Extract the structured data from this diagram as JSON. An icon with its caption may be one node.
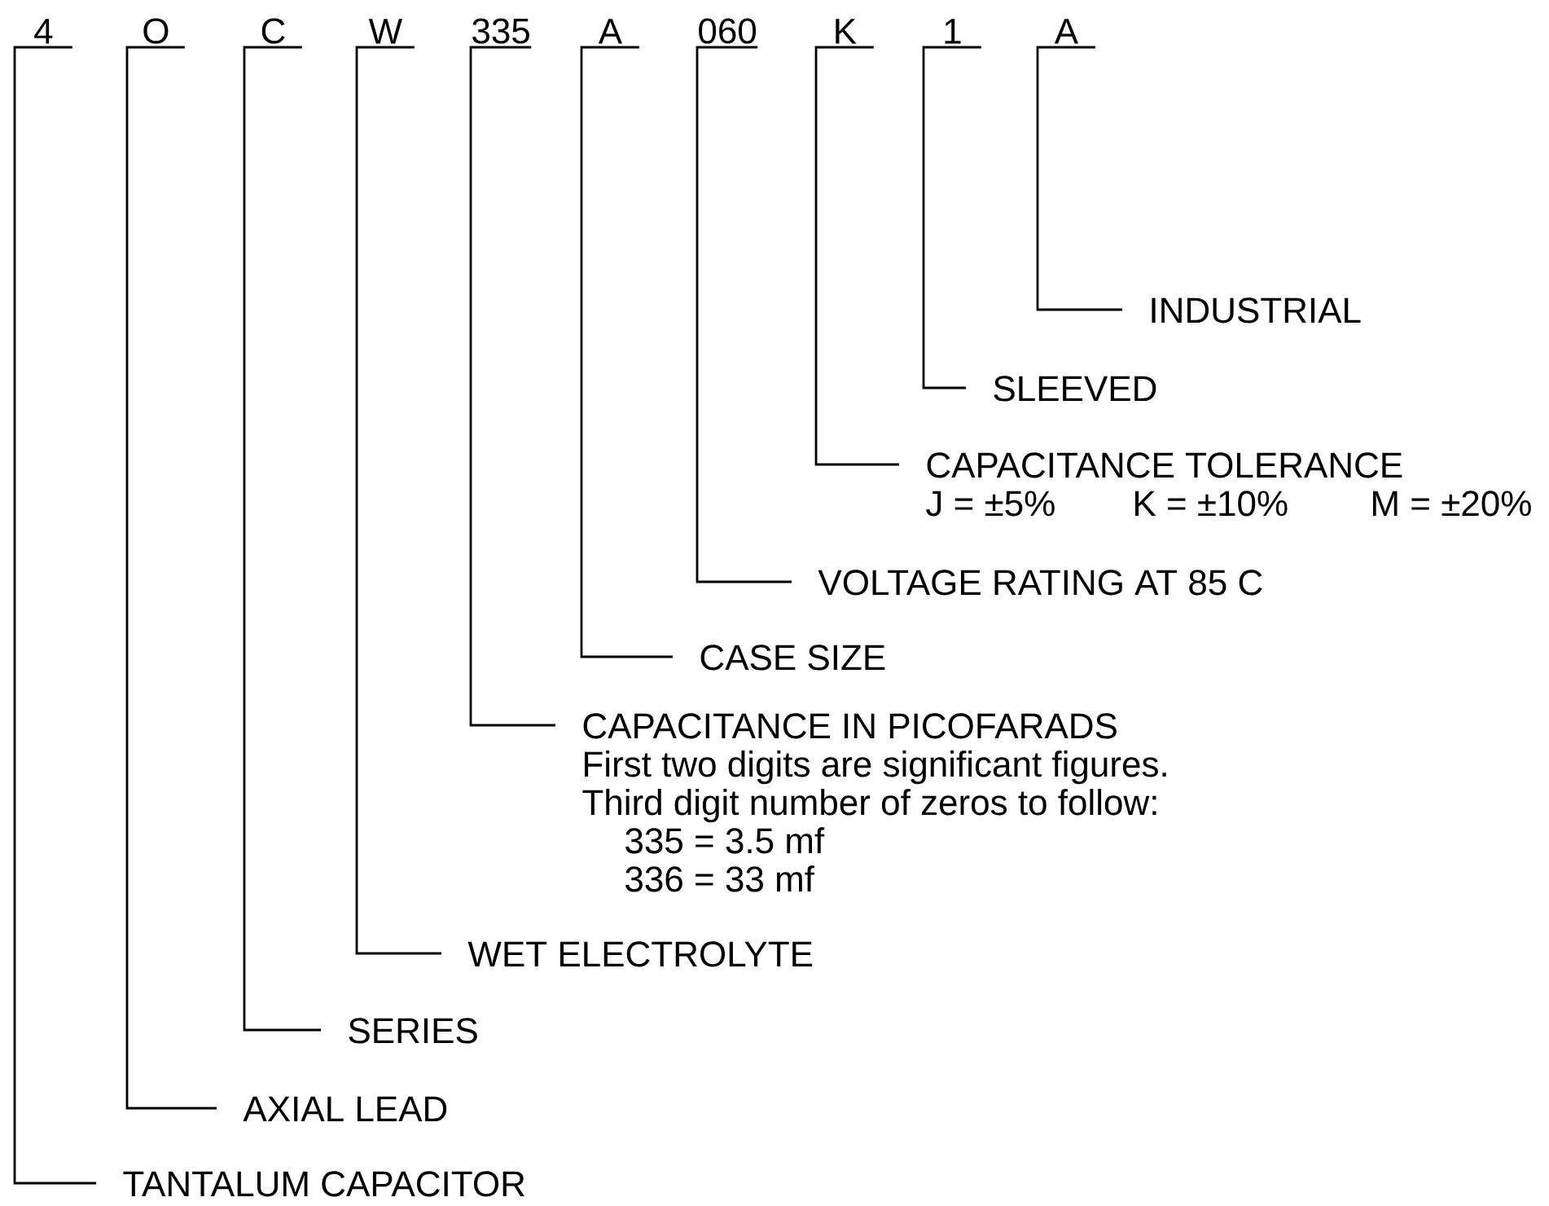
{
  "diagram": {
    "nodes": [
      {
        "text": [
          "4"
        ]
      },
      {
        "text": [
          "O"
        ]
      },
      {
        "text": [
          "C"
        ]
      },
      {
        "text": [
          "W"
        ]
      },
      {
        "text": [
          "335"
        ]
      },
      {
        "text": [
          "A"
        ]
      },
      {
        "text": [
          "060"
        ]
      },
      {
        "text": [
          "K"
        ]
      },
      {
        "text": [
          "1"
        ]
      },
      {
        "text": [
          "A"
        ]
      },
      {
        "text": [
          "INDUSTRIAL"
        ]
      },
      {
        "text": [
          "SLEEVED"
        ]
      },
      {
        "text": [
          "CAPACITANCE TOLERANCE",
          "J = ±5%",
          "K = ±10%",
          "M = ±20%"
        ]
      },
      {
        "text": [
          "VOLTAGE RATING AT 85 C"
        ]
      },
      {
        "text": [
          "CASE SIZE"
        ]
      },
      {
        "text": [
          "CAPACITANCE IN PICOFARADS",
          "First two digits are significant figures. Third digit number of zeros to follow:",
          "335 = 3.5 mf",
          "336 = 33 mf"
        ]
      },
      {
        "text": [
          "WET  ELECTROLYTE"
        ]
      },
      {
        "text": [
          "SERIES"
        ]
      },
      {
        "text": [
          "AXIAL LEAD"
        ]
      },
      {
        "text": [
          "TANTALUM CAPACITOR"
        ]
      }
    ],
    "edges": [
      {
        "from": 9,
        "to": 10,
        "arrow": "none"
      },
      {
        "from": 8,
        "to": 11,
        "arrow": "none"
      },
      {
        "from": 7,
        "to": 12,
        "arrow": "none"
      },
      {
        "from": 6,
        "to": 13,
        "arrow": "none"
      },
      {
        "from": 5,
        "to": 14,
        "arrow": "none"
      },
      {
        "from": 4,
        "to": 15,
        "arrow": "none"
      },
      {
        "from": 3,
        "to": 16,
        "arrow": "none"
      },
      {
        "from": 2,
        "to": 17,
        "arrow": "none"
      },
      {
        "from": 1,
        "to": 18,
        "arrow": "none"
      },
      {
        "from": 0,
        "to": 19,
        "arrow": "none"
      }
    ]
  }
}
